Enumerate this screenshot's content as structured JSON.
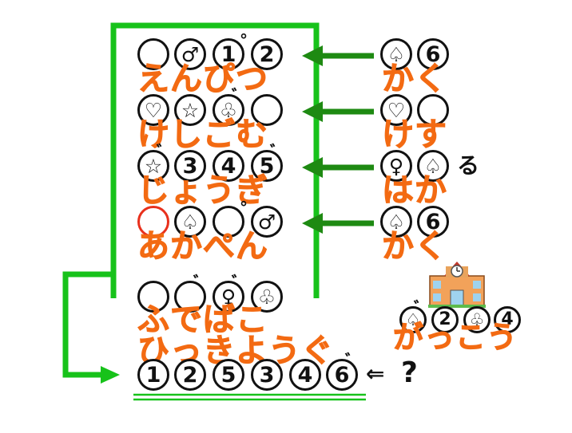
{
  "rows": [
    {
      "word": "えんぴつ",
      "circles": [
        {
          "content": "",
          "mark": ""
        },
        {
          "content": "♂",
          "mark": ""
        },
        {
          "content": "1",
          "mark": "°"
        },
        {
          "content": "2",
          "mark": ""
        }
      ],
      "clue": {
        "circles": [
          {
            "content": "♤"
          },
          {
            "content": "6"
          }
        ],
        "word": "かく",
        "suffix": ""
      }
    },
    {
      "word": "けしごむ",
      "circles": [
        {
          "content": "♡",
          "mark": ""
        },
        {
          "content": "☆",
          "mark": ""
        },
        {
          "content": "♧",
          "mark": "゛"
        },
        {
          "content": "",
          "mark": ""
        }
      ],
      "clue": {
        "circles": [
          {
            "content": "♡"
          },
          {
            "content": ""
          }
        ],
        "word": "けす",
        "suffix": ""
      }
    },
    {
      "word": "じょうぎ",
      "circles": [
        {
          "content": "☆",
          "mark": "゛"
        },
        {
          "content": "3",
          "mark": ""
        },
        {
          "content": "4",
          "mark": ""
        },
        {
          "content": "5",
          "mark": "゛"
        }
      ],
      "clue": {
        "circles": [
          {
            "content": "♀"
          },
          {
            "content": "♤"
          }
        ],
        "word": "はか",
        "suffix": "る"
      }
    },
    {
      "word": "あかぺん",
      "circles": [
        {
          "content": "",
          "mark": "",
          "red": true
        },
        {
          "content": "♤",
          "mark": ""
        },
        {
          "content": "",
          "mark": "°"
        },
        {
          "content": "♂",
          "mark": ""
        }
      ],
      "clue": {
        "circles": [
          {
            "content": "♤"
          },
          {
            "content": "6"
          }
        ],
        "word": "かく",
        "suffix": ""
      }
    }
  ],
  "bottom_row": {
    "circles": [
      {
        "content": "",
        "mark": ""
      },
      {
        "content": "",
        "mark": "゛"
      },
      {
        "content": "♀",
        "mark": "゛"
      },
      {
        "content": "♧",
        "mark": ""
      }
    ],
    "words": [
      "ふでばこ",
      "ひっきようぐ"
    ]
  },
  "school": {
    "icon": "school-icon",
    "circles": [
      {
        "content": "♤",
        "mark": "゛"
      },
      {
        "content": "2",
        "mark": ""
      },
      {
        "content": "♧",
        "mark": ""
      },
      {
        "content": "4",
        "mark": ""
      }
    ],
    "word": "がっこう"
  },
  "answer": {
    "circles": [
      {
        "content": "1",
        "mark": ""
      },
      {
        "content": "2",
        "mark": ""
      },
      {
        "content": "5",
        "mark": ""
      },
      {
        "content": "3",
        "mark": ""
      },
      {
        "content": "4",
        "mark": ""
      },
      {
        "content": "6",
        "mark": "゛"
      }
    ],
    "pointer": "⇐",
    "question": "?"
  },
  "colors": {
    "frame": "#17c21a",
    "arrow": "#1e8a12",
    "word": "#f36a12",
    "outline": "#111111",
    "red_circle": "#e8301c"
  }
}
